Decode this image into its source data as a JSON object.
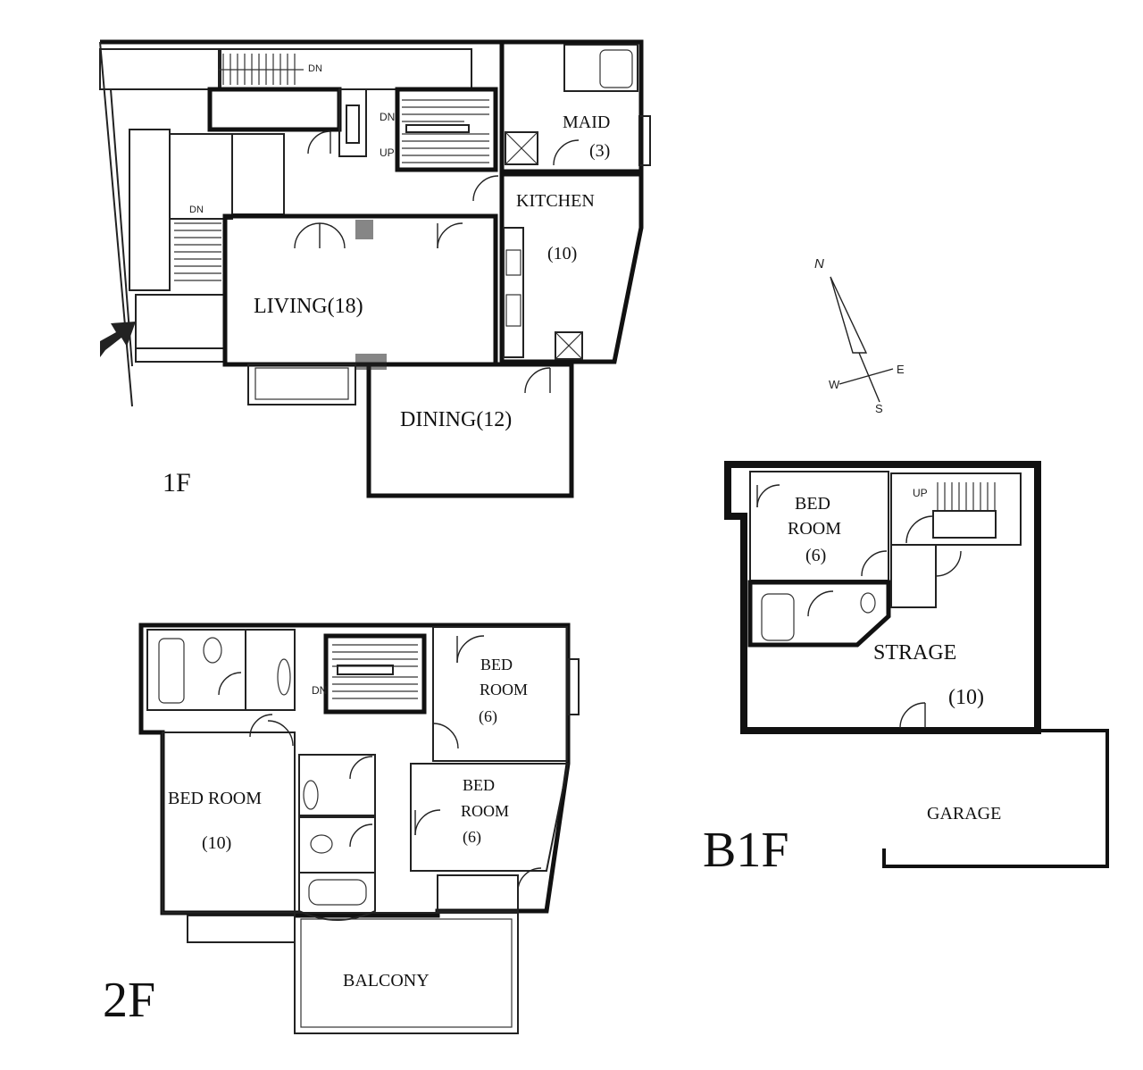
{
  "floors": {
    "first": {
      "title": "1F",
      "rooms": {
        "living": "LIVING(18)",
        "dining": "DINING(12)",
        "kitchen": "KITCHEN",
        "kitchen_size": "(10)",
        "maid": "MAID",
        "maid_size": "(3)"
      },
      "stair_dn_top": "DN",
      "stair_dn": "DN",
      "stair_up": "UP",
      "porch_dn": "DN"
    },
    "second": {
      "title": "2F",
      "rooms": {
        "bedroom_large": "BED ROOM",
        "bedroom_large_size": "(10)",
        "bedroom_ne_line1": "BED",
        "bedroom_ne_line2": "ROOM",
        "bedroom_ne_size": "(6)",
        "bedroom_e_line1": "BED",
        "bedroom_e_line2": "ROOM",
        "bedroom_e_size": "(6)",
        "balcony": "BALCONY"
      },
      "stair_dn": "DN"
    },
    "basement": {
      "title": "B1F",
      "rooms": {
        "bedroom_line1": "BED",
        "bedroom_line2": "ROOM",
        "bedroom_size": "(6)",
        "storage": "STRAGE",
        "storage_size": "(10)",
        "garage": "GARAGE"
      },
      "stair_up": "UP"
    }
  },
  "compass": {
    "n": "N",
    "e": "E",
    "s": "S",
    "w": "W"
  }
}
